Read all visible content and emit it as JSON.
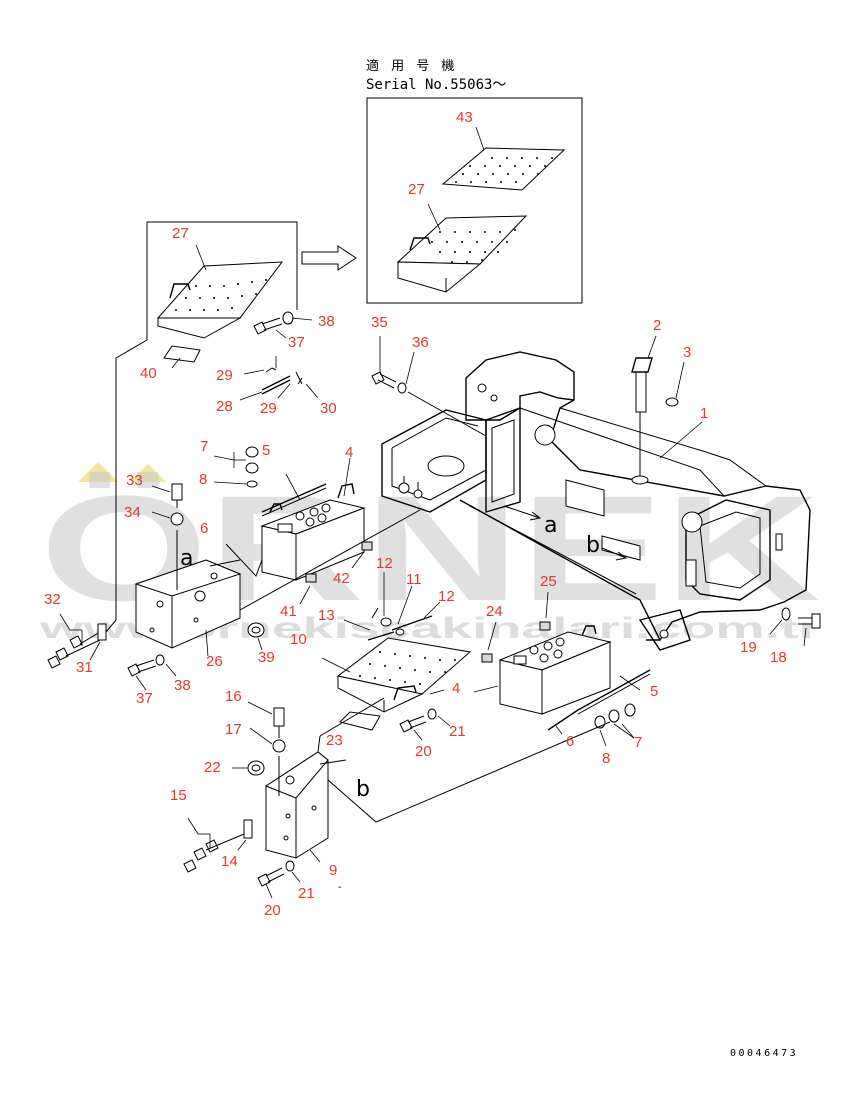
{
  "header": {
    "applicable_label": "適 用 号 機",
    "serial_label": "Serial No.55063～"
  },
  "watermark": {
    "brand": "ÖRNEK",
    "url": "www.ornekiscakinalari.com.tr",
    "color": "#cfcfcf",
    "accent_color": "#f0d060"
  },
  "section_letters": {
    "a": "a",
    "b": "b"
  },
  "callouts": {
    "c1": "1",
    "c2": "2",
    "c3": "3",
    "c4a": "4",
    "c4b": "4",
    "c5a": "5",
    "c5b": "5",
    "c6a": "6",
    "c6b": "6",
    "c7a": "7",
    "c7b": "7",
    "c8a": "8",
    "c8b": "8",
    "c9": "9",
    "c10": "10",
    "c11": "11",
    "c12a": "12",
    "c12b": "12",
    "c13": "13",
    "c14": "14",
    "c15": "15",
    "c16": "16",
    "c17": "17",
    "c18": "18",
    "c19": "19",
    "c20a": "20",
    "c20b": "20",
    "c21a": "21",
    "c21b": "21",
    "c22": "22",
    "c23": "23",
    "c24": "24",
    "c25": "25",
    "c26": "26",
    "c27a": "27",
    "c27b": "27",
    "c28": "28",
    "c29a": "29",
    "c29b": "29",
    "c30": "30",
    "c31": "31",
    "c32": "32",
    "c33": "33",
    "c34": "34",
    "c35": "35",
    "c36": "36",
    "c37a": "37",
    "c37b": "37",
    "c38a": "38",
    "c38b": "38",
    "c39": "39",
    "c40": "40",
    "c41": "41",
    "c42": "42",
    "c43": "43"
  },
  "footer": {
    "drawing_number": "00046473"
  },
  "colors": {
    "callout": "#e23a2a",
    "line": "#000000"
  }
}
